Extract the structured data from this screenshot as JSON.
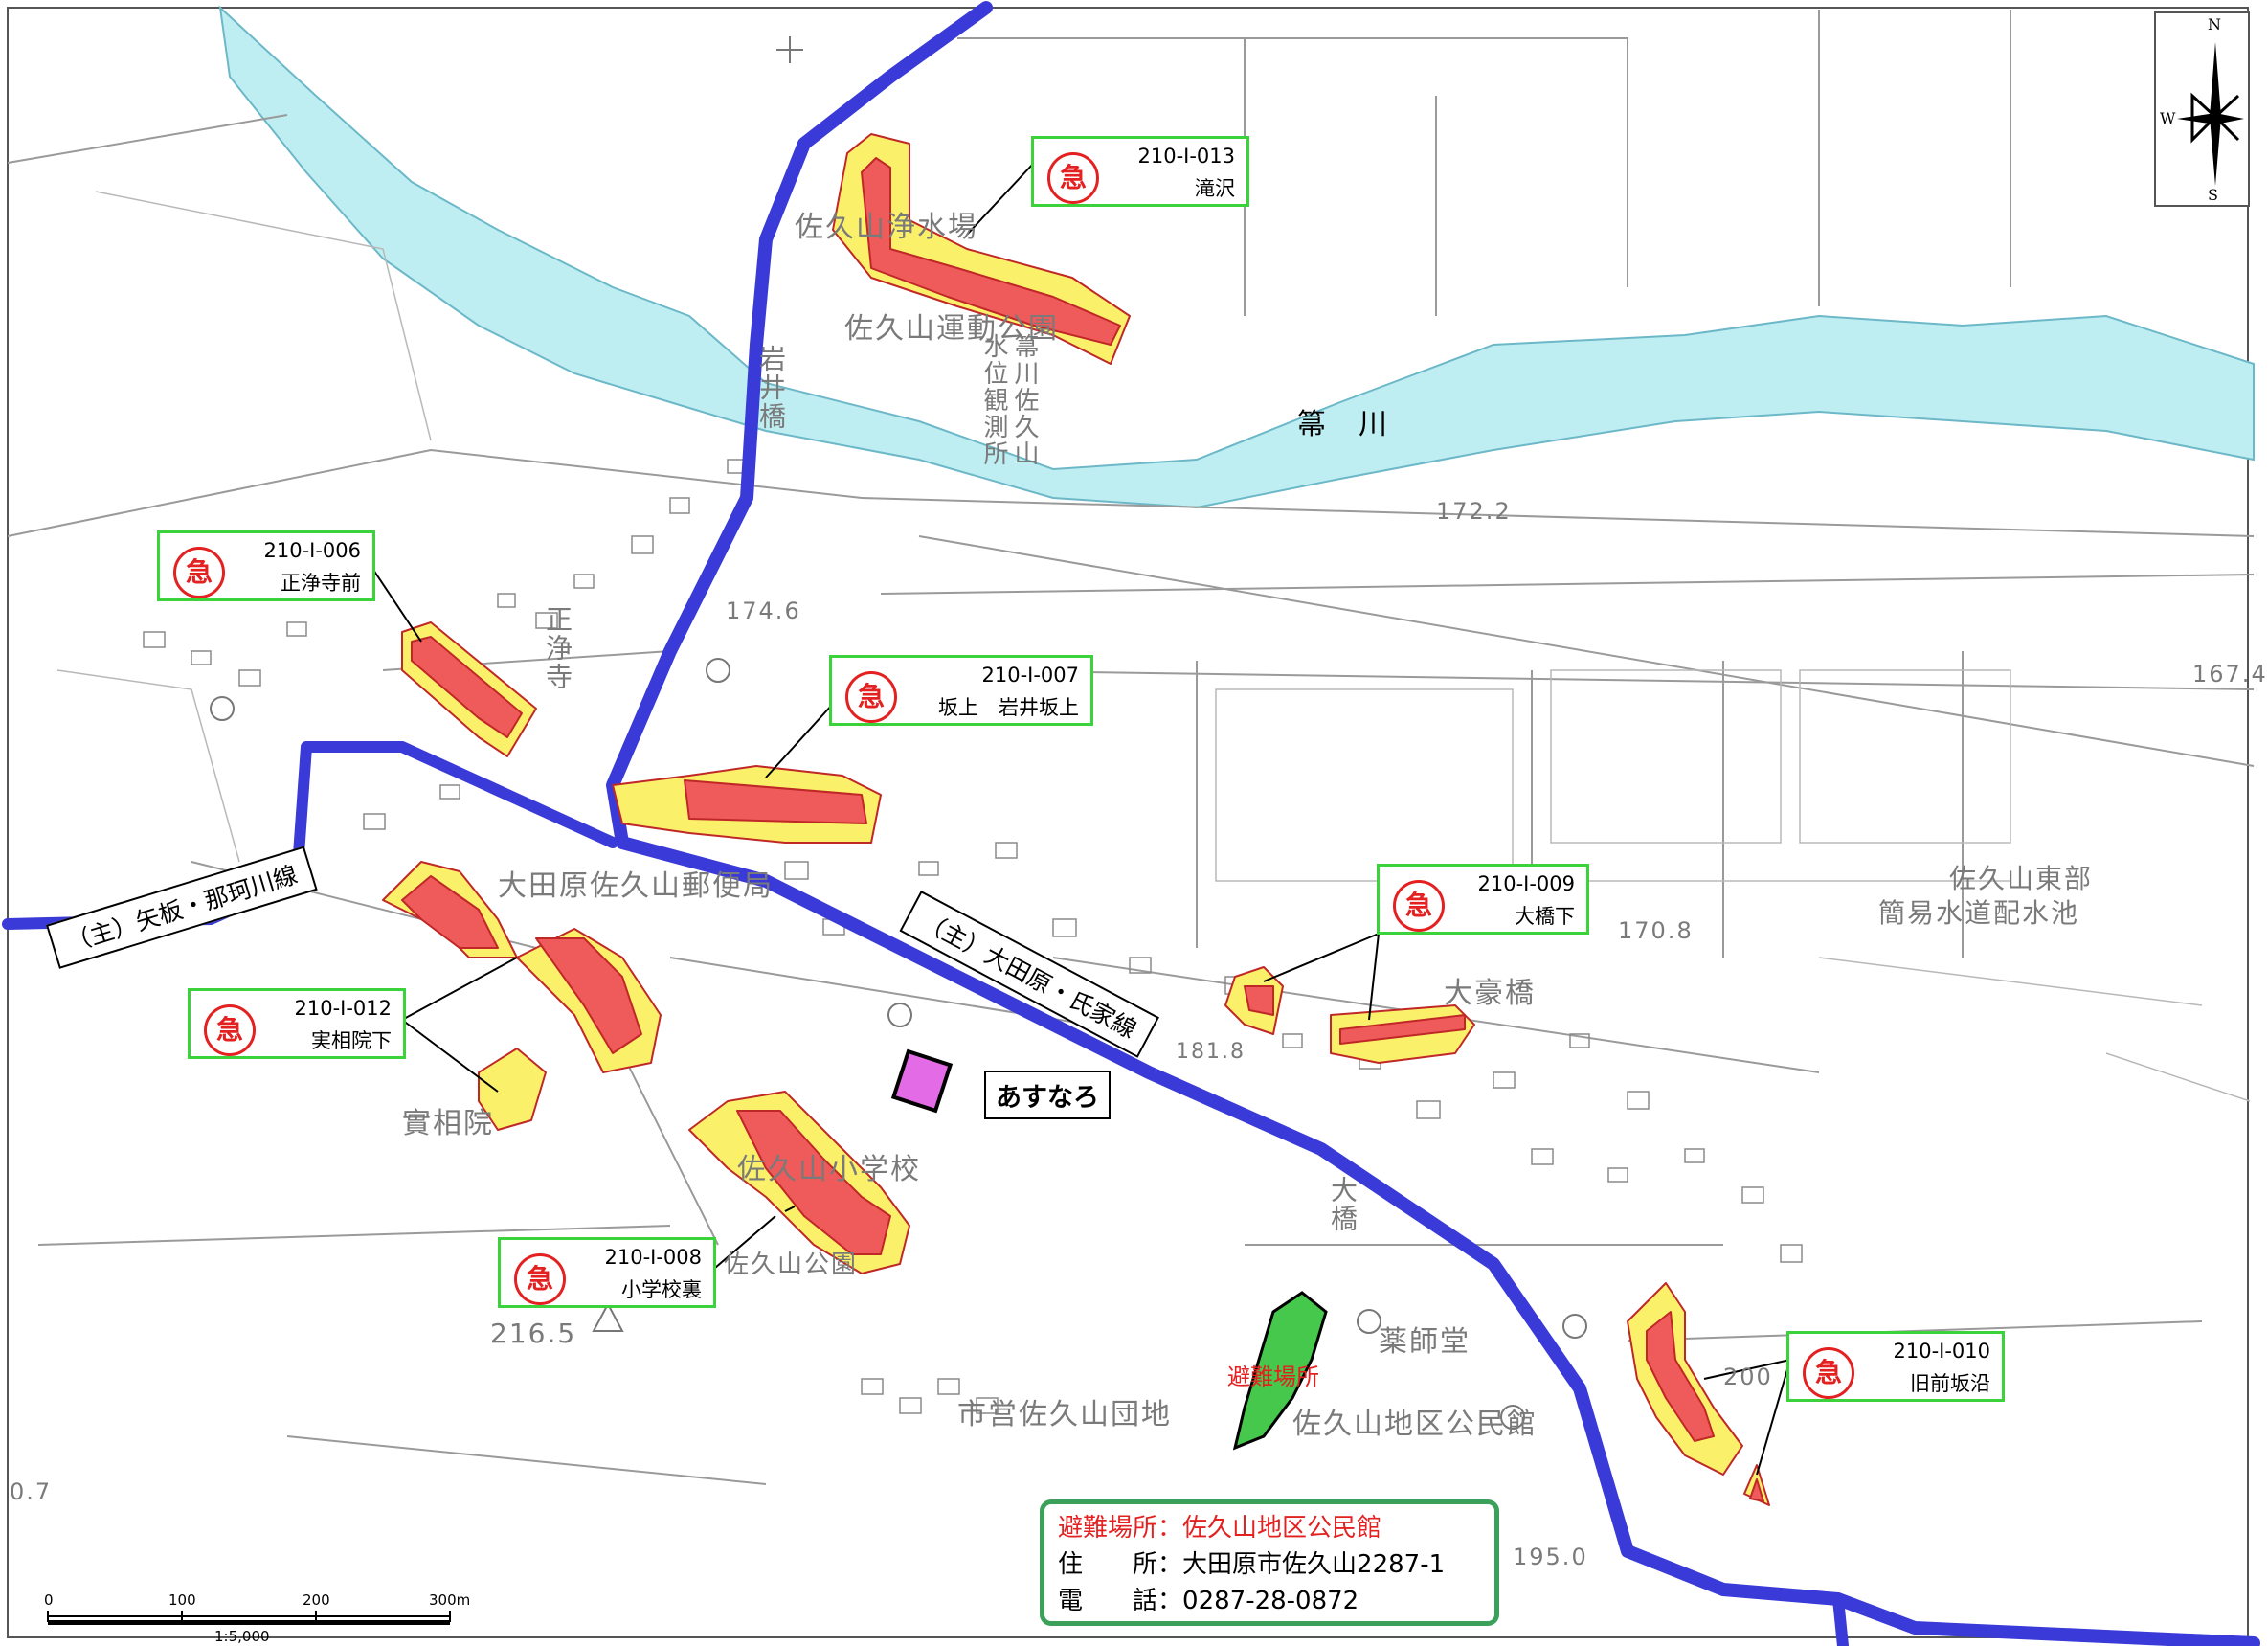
{
  "callouts": [
    {
      "mark": "急",
      "id": "210-Ⅰ-013",
      "name": "滝沢"
    },
    {
      "mark": "急",
      "id": "210-Ⅰ-006",
      "name": "正浄寺前"
    },
    {
      "mark": "急",
      "id": "210-Ⅰ-007",
      "name": "坂上　岩井坂上"
    },
    {
      "mark": "急",
      "id": "210-Ⅰ-009",
      "name": "大橋下"
    },
    {
      "mark": "急",
      "id": "210-Ⅰ-012",
      "name": "実相院下"
    },
    {
      "mark": "急",
      "id": "210-Ⅰ-008",
      "name": "小学校裏"
    },
    {
      "mark": "急",
      "id": "210-Ⅰ-010",
      "name": "旧前坂沿"
    }
  ],
  "roads": {
    "west": "（主）矢板・那珂川線",
    "east": "（主）大田原・氏家線"
  },
  "facility_label": "あすなろ",
  "shelter_label": "避難場所",
  "info": {
    "title": "避難場所：佐久山地区公民館",
    "address_label": "住　　所",
    "address": "大田原市佐久山2287-1",
    "phone_label": "電　　話",
    "phone": "0287-28-0872"
  },
  "map_labels": {
    "jousui": "佐久山浄水場",
    "undou": "佐久山運動公園",
    "river": "箒　川",
    "iwai": "岩井橋",
    "suii1": "水位観測所",
    "suii2": "箒川佐久山",
    "shoujouji": "正浄寺",
    "post": "大田原佐久山郵便局",
    "jissouin": "實相院",
    "school": "佐久山小学校",
    "yakushi": "薬師堂",
    "koumin": "佐久山地区公民館",
    "danchi": "市営佐久山団地",
    "ohashi": "大豪橋",
    "ohashi2": "大橋",
    "suidou1": "佐久山東部",
    "suidou2": "簡易水道配水池",
    "park_small": "佐久山公園"
  },
  "elevations": [
    "172.2",
    "174.6",
    "170.8",
    "167.4",
    "216.5",
    "200",
    "195.0",
    "181.8",
    "0.7"
  ],
  "compass": {
    "n": "N",
    "s": "S",
    "w": "W"
  },
  "scale": {
    "ticks": [
      "0",
      "100",
      "200",
      "300m"
    ],
    "ratio": "1:5,000"
  }
}
